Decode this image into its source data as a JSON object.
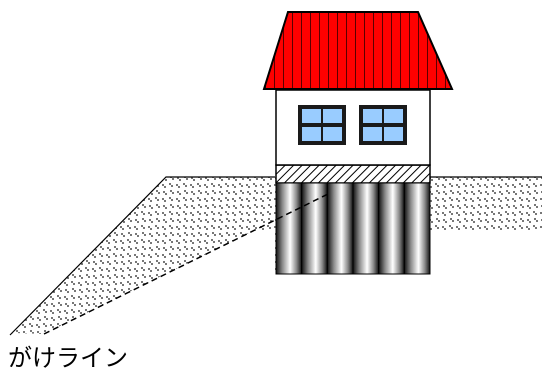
{
  "diagram": {
    "cliff_line_label": "がけライン",
    "elements": {
      "ground": "slope-ground",
      "foundation": "pile-foundation",
      "house": "house"
    },
    "colors": {
      "roof": "#ff0000",
      "window_glass": "#99ccff",
      "window_frame": "#1a1a1a",
      "wall": "#ffffff",
      "outline": "#000000"
    },
    "pile_count": 6
  }
}
